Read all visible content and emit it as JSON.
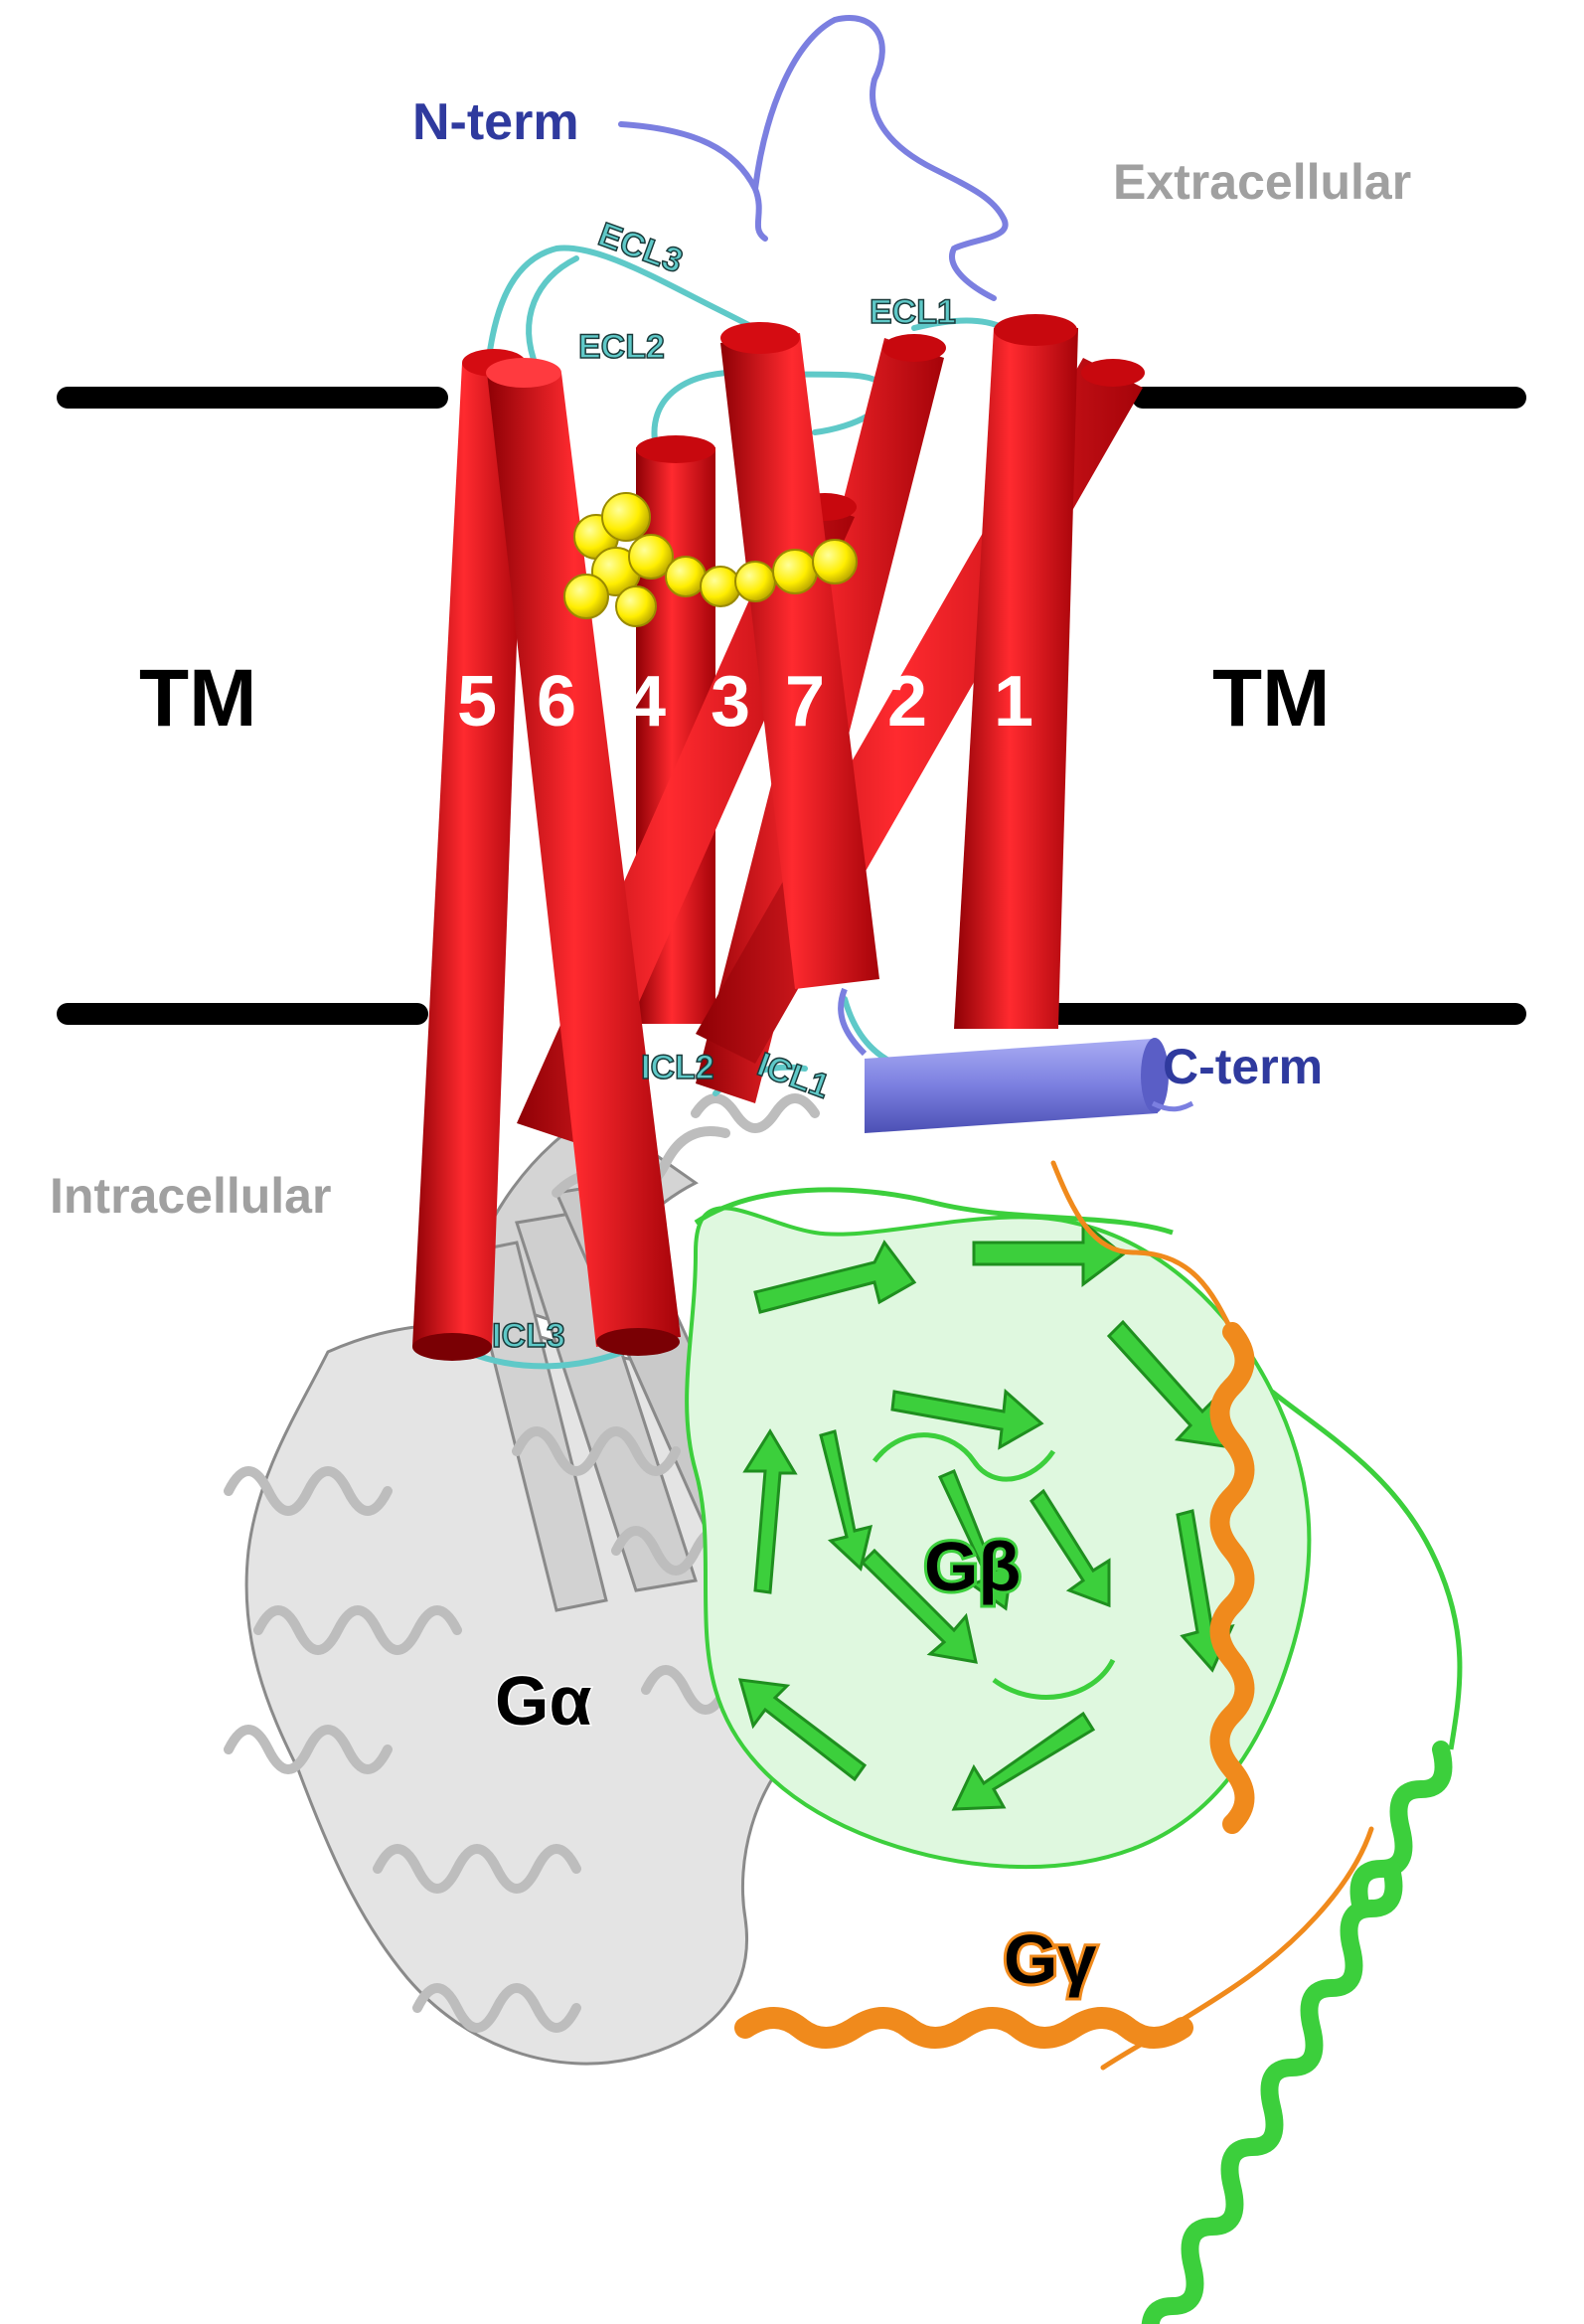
{
  "labels": {
    "n_term": "N-term",
    "c_term": "C-term",
    "extracellular": "Extracellular",
    "intracellular": "Intracellular",
    "tm_left": "TM",
    "tm_right": "TM",
    "ecl1": "ECL1",
    "ecl2": "ECL2",
    "ecl3": "ECL3",
    "icl1": "ICL1",
    "icl2": "ICL2",
    "icl3": "ICL3",
    "helix_5": "5",
    "helix_6": "6",
    "helix_4": "4",
    "helix_3": "3",
    "helix_7": "7",
    "helix_2": "2",
    "helix_1": "1",
    "g_alpha": "Gα",
    "g_beta": "Gβ",
    "g_gamma": "Gγ"
  },
  "colors": {
    "helix_red": "#e8141b",
    "helix_dark": "#b50a10",
    "n_c_term_blue": "#7b7fe0",
    "n_c_term_label": "#2f3a9e",
    "loop_cyan": "#5fc9c8",
    "ligand_yellow": "#ffee00",
    "g_alpha_gray": "#d6d6d6",
    "g_beta_green": "#3ccf3c",
    "g_gamma_orange": "#f08a1c",
    "membrane_black": "#000000",
    "compartment_gray": "#a0a0a0"
  }
}
